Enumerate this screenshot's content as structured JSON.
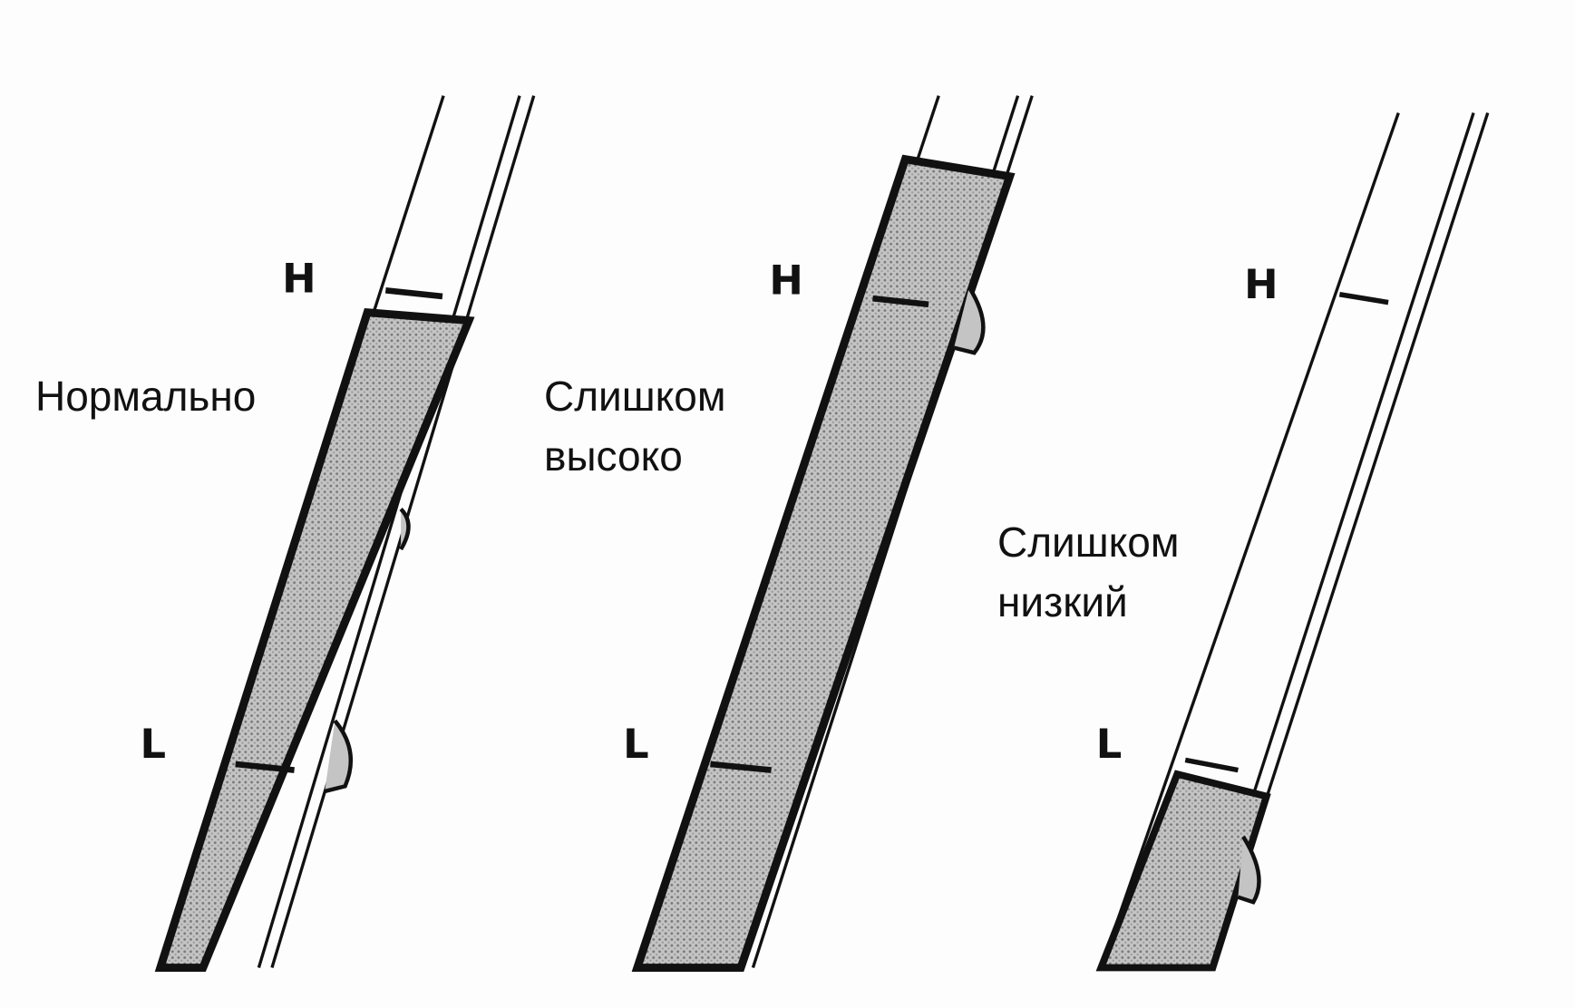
{
  "labels": {
    "normal": "Нормально",
    "too_high_line1": "Слишком",
    "too_high_line2": "высоко",
    "too_low_line1": "Слишком",
    "too_low_line2": "низкий"
  },
  "marks": {
    "high": "H",
    "low": "L"
  },
  "colors": {
    "oil": "#b5b5b5",
    "outline": "#111111",
    "background": "#fdfdfd"
  }
}
